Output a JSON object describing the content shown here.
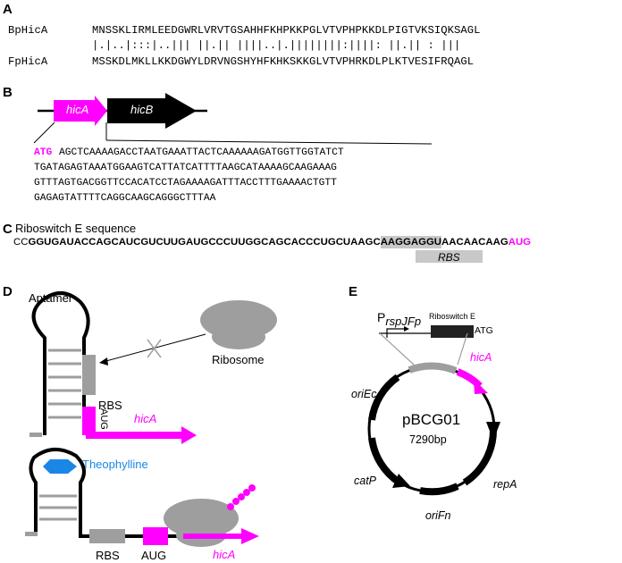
{
  "panels": {
    "a": "A",
    "b": "B",
    "c": "C",
    "d": "D",
    "e": "E"
  },
  "alignment": {
    "row1_name": "BpHicA",
    "row1_seq": "MNSSKLIRMLEEDGWRLVRVTGSAHHFKHPKKPGLVTVPHPKKDLPIGTVKSIQKSAGL",
    "match_line": "|.|..|:::|..||| ||.|| ||||..|.||||||||:||||: ||.|| : |||",
    "row2_name": "FpHicA",
    "row2_seq": "MSSKDLMKLLKKDGWYLDRVNGSHYHFKHKSKKGLVTVPHRKDLPLKTVESIFRQAGL"
  },
  "operon": {
    "gene1": "hicA",
    "gene2": "hicB",
    "start_codon": "ATG",
    "seq_line1": "AGCTCAAAAGACCTAATGAAATTACTCAAAAAAGATGGTTGGTATCT",
    "seq_line2": "TGATAGAGTAAATGGAAGTCATTATCATTTTAAGCATAAAAGCAAGAAAG",
    "seq_line3": "GTTTAGTGACGGTTCCACATCCTAGAAAAGATTTACCTTTGAAAACTGTT",
    "seq_line4": "GAGAGTATTTTCAGGCAAGCAGGGCTTTAA"
  },
  "riboswitch": {
    "title": "Riboswitch E sequence",
    "prefix": "CC",
    "bold_part": "GGUGAUACCAGCAUCGUCUUGAUGCCCUUGGCAGCACCCUGCUAAGC",
    "rbs_part": "AAGGAGGU",
    "after_rbs": "AACAACAAG",
    "start": "AUG",
    "rbs_label": "RBS"
  },
  "mechanism": {
    "aptamer": "Aptamer",
    "rbs": "RBS",
    "ribosome": "Ribosome",
    "aug": "AUG",
    "gene": "hicA",
    "ligand": "Theophylline",
    "rbs2": "RBS",
    "aug2": "AUG",
    "gene2": "hicA"
  },
  "plasmid": {
    "promoter_main": "P",
    "promoter_sub": "rspJFp",
    "riboswitch_label": "Riboswitch E",
    "atg": "ATG",
    "name": "pBCG01",
    "size": "7290bp",
    "hicA": "hicA",
    "oriEc": "oriEc",
    "catP": "catP",
    "oriFn": "oriFn",
    "repA": "repA"
  },
  "colors": {
    "magenta": "#ff00ff",
    "gray": "#9e9e9e",
    "rbs_box": "#c8c8c8",
    "blue": "#1a86e6",
    "black": "#000000"
  }
}
